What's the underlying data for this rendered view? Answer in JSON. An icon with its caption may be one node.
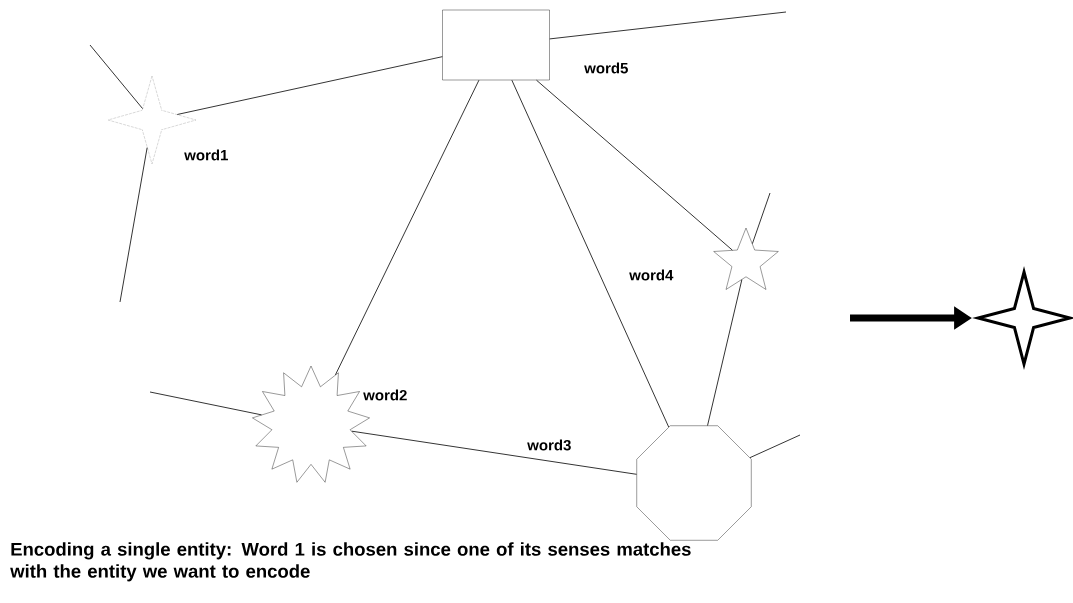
{
  "diagram": {
    "caption": "Encoding a single entity: Word 1 is chosen since one of its senses matches with the entity we want to encode",
    "nodes": [
      {
        "text": [],
        "shape": "sparkle",
        "beside": [
          "word1"
        ]
      },
      {
        "text": [],
        "shape": "box",
        "beside": [
          "word5"
        ]
      },
      {
        "text": [],
        "shape": "star",
        "beside": [
          "word4"
        ]
      },
      {
        "text": [],
        "shape": "starburst",
        "beside": [
          "word2"
        ]
      },
      {
        "text": [],
        "shape": "octagon"
      },
      {
        "text": [],
        "shape": "sparkle"
      }
    ],
    "edges": [
      {
        "from": 0,
        "to": 1,
        "arrow": "none"
      },
      {
        "from": 1,
        "to": 3,
        "arrow": "none"
      },
      {
        "from": 1,
        "to": 4,
        "arrow": "none"
      },
      {
        "from": 1,
        "to": 2,
        "arrow": "none"
      },
      {
        "from": 3,
        "to": 4,
        "arrow": "none"
      },
      {
        "from": 2,
        "to": 4,
        "arrow": "none"
      },
      {
        "from": null,
        "to": 0,
        "arrow": "none"
      },
      {
        "from": 0,
        "to": null,
        "arrow": "none"
      },
      {
        "from": 1,
        "to": null,
        "arrow": "none"
      },
      {
        "from": 2,
        "to": null,
        "arrow": "none"
      },
      {
        "from": 3,
        "to": null,
        "arrow": "none"
      },
      {
        "from": 4,
        "to": null,
        "arrow": "none"
      },
      {
        "from": null,
        "to": 5,
        "arrow": "to",
        "style": "thick"
      }
    ],
    "labels": [
      "word3"
    ]
  }
}
